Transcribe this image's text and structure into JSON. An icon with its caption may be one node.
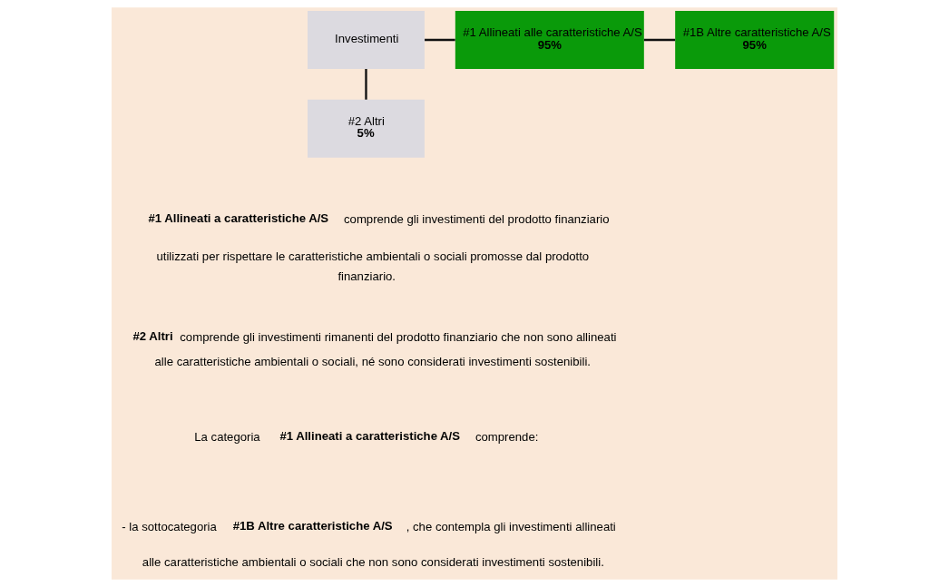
{
  "diagram": {
    "nodes": [
      {
        "text": [
          "Investimenti"
        ]
      },
      {
        "text": [
          "#1 Allineati alle caratteristiche A/S",
          "95%"
        ]
      },
      {
        "text": [
          "#1B Altre caratteristiche A/S",
          "95%"
        ]
      },
      {
        "text": [
          "#2 Altri",
          "5%"
        ]
      }
    ],
    "edges": [
      {
        "from": 0,
        "to": 1,
        "arrow": "none"
      },
      {
        "from": 1,
        "to": 2,
        "arrow": "none"
      },
      {
        "from": 0,
        "to": 3,
        "arrow": "none"
      }
    ],
    "labels": [
      "**#1 Allineati a caratteristiche A/S** comprende gli investimenti del prodotto finanziario utilizzati per rispettare le caratteristiche ambientali o sociali promosse dal prodotto finanziario.",
      "**#2 Altri** comprende gli investimenti rimanenti del prodotto finanziario che non sono allineati alle caratteristiche ambientali o sociali, né sono considerati investimenti sostenibili.",
      "La categoria **#1 Allineati a caratteristiche A/S** comprende:",
      "- la sottocategoria **#1B Altre caratteristiche A/S**, che contempla gli investimenti allineati alle caratteristiche ambientali o sociali che non sono considerati investimenti sostenibili."
    ]
  }
}
